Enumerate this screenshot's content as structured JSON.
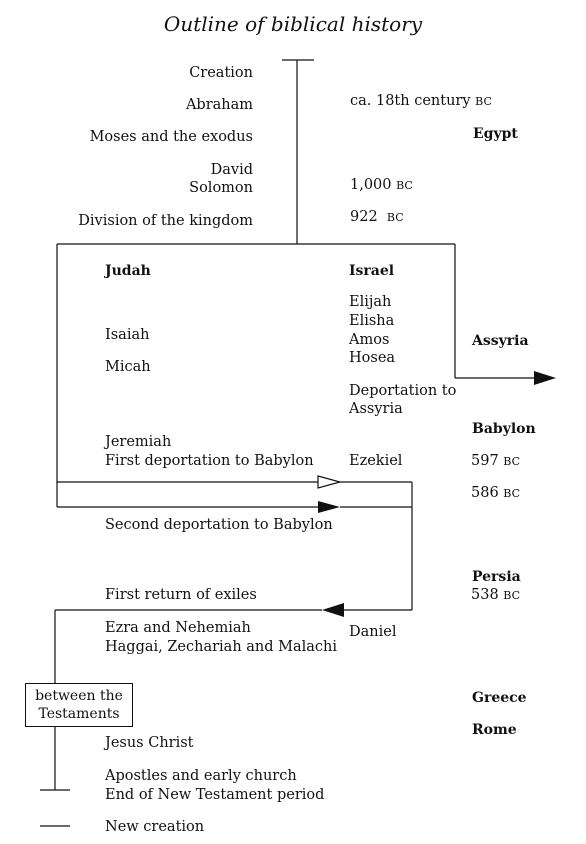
{
  "title": "Outline of biblical history",
  "era_labels": {
    "creation": "Creation",
    "abraham": "Abraham",
    "moses": "Moses and the exodus",
    "david": "David",
    "solomon": "Solomon",
    "division": "Division of the kingdom"
  },
  "dates": {
    "abraham": "ca. 18th century",
    "abraham_unit": "BC",
    "solomon": "1,000",
    "division": "922",
    "d597": "597",
    "d586": "586",
    "d538": "538",
    "unit": "BC"
  },
  "powers": {
    "egypt": "Egypt",
    "assyria": "Assyria",
    "babylon": "Babylon",
    "persia": "Persia",
    "greece": "Greece",
    "rome": "Rome"
  },
  "judah": {
    "heading": "Judah",
    "isaiah": "Isaiah",
    "micah": "Micah",
    "jeremiah": "Jeremiah",
    "first_deportation": "First deportation to Babylon",
    "second_deportation": "Second deportation to Babylon",
    "first_return": "First return of exiles",
    "ezra": "Ezra and Nehemiah",
    "haggai": "Haggai, Zechariah and Malachi"
  },
  "israel": {
    "heading": "Israel",
    "elijah": "Elijah",
    "elisha": "Elisha",
    "amos": "Amos",
    "hosea": "Hosea",
    "deportation_1": "Deportation to",
    "deportation_2": "Assyria",
    "ezekiel": "Ezekiel",
    "daniel": "Daniel"
  },
  "between": {
    "line1": "between the",
    "line2": "Testaments"
  },
  "new_testament": {
    "jesus": "Jesus Christ",
    "apostles": "Apostles and early church",
    "end_nt": "End of New Testament period",
    "new_creation": "New creation"
  }
}
